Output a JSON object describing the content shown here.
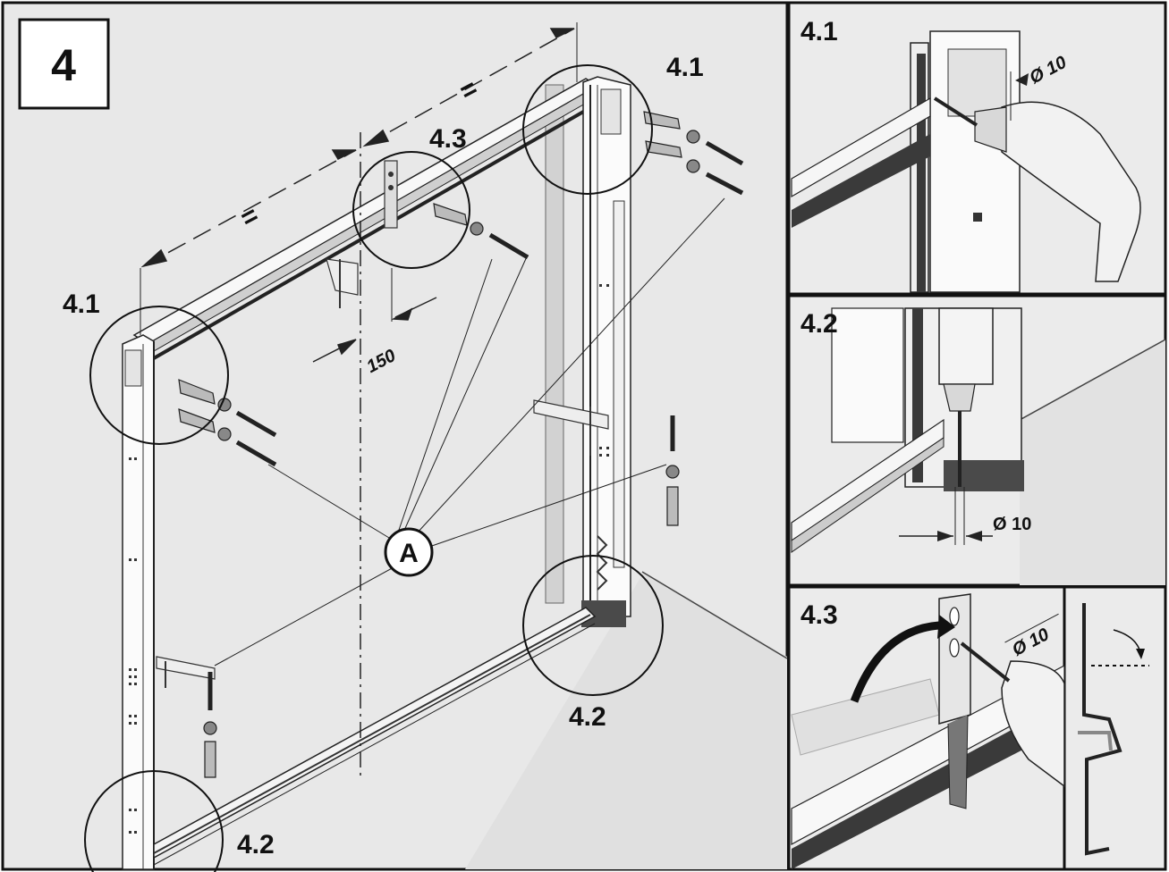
{
  "step": "4",
  "main": {
    "labels": {
      "top_right": "4.1",
      "left": "4.1",
      "center": "4.3",
      "bottom_right": "4.2",
      "bottom_left": "4.2"
    },
    "equal_sign_left": "=",
    "equal_sign_right": "=",
    "offset_dimension": "150",
    "callout": "A"
  },
  "details": {
    "panel_41": {
      "title": "4.1",
      "drill_diameter": "Ø 10"
    },
    "panel_42": {
      "title": "4.2",
      "drill_diameter": "Ø 10"
    },
    "panel_43": {
      "title": "4.3",
      "drill_diameter": "Ø 10"
    }
  },
  "colors": {
    "background": "#e8e8e8",
    "frame": "#f6f6f6",
    "line": "#1a1a1a",
    "dark_rail": "#3a3a3a"
  }
}
